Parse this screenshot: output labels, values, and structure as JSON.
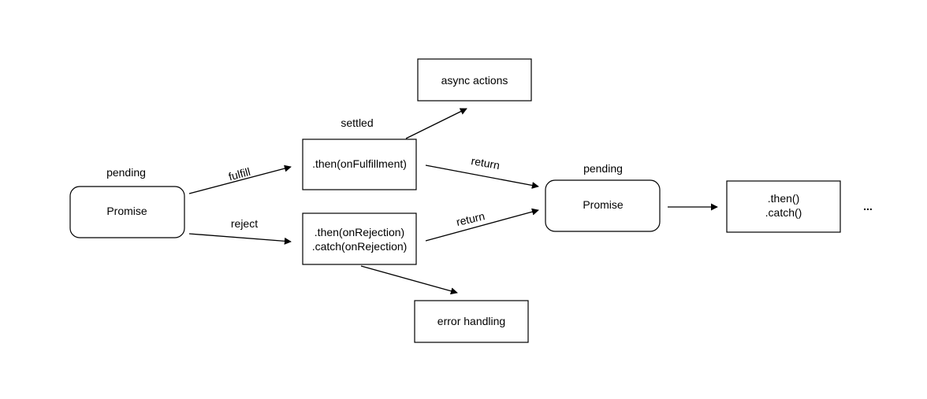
{
  "nodes": {
    "promise_1": {
      "label": "Promise",
      "state": "pending"
    },
    "then_fulfillment": {
      "label": ".then(onFulfillment)",
      "state": "settled"
    },
    "then_catch_rejection": {
      "lines": [
        ".then(onRejection)",
        ".catch(onRejection)"
      ]
    },
    "async_actions": {
      "label": "async actions"
    },
    "error_handling": {
      "label": "error handling"
    },
    "promise_2": {
      "label": "Promise",
      "state": "pending"
    },
    "then_catch_chain": {
      "lines": [
        ".then()",
        ".catch()"
      ]
    }
  },
  "edges": {
    "fulfill": {
      "label": "fulfill"
    },
    "reject": {
      "label": "reject"
    },
    "return_from_fulfillment": {
      "label": "return"
    },
    "return_from_rejection": {
      "label": "return"
    }
  },
  "continuation": "..."
}
